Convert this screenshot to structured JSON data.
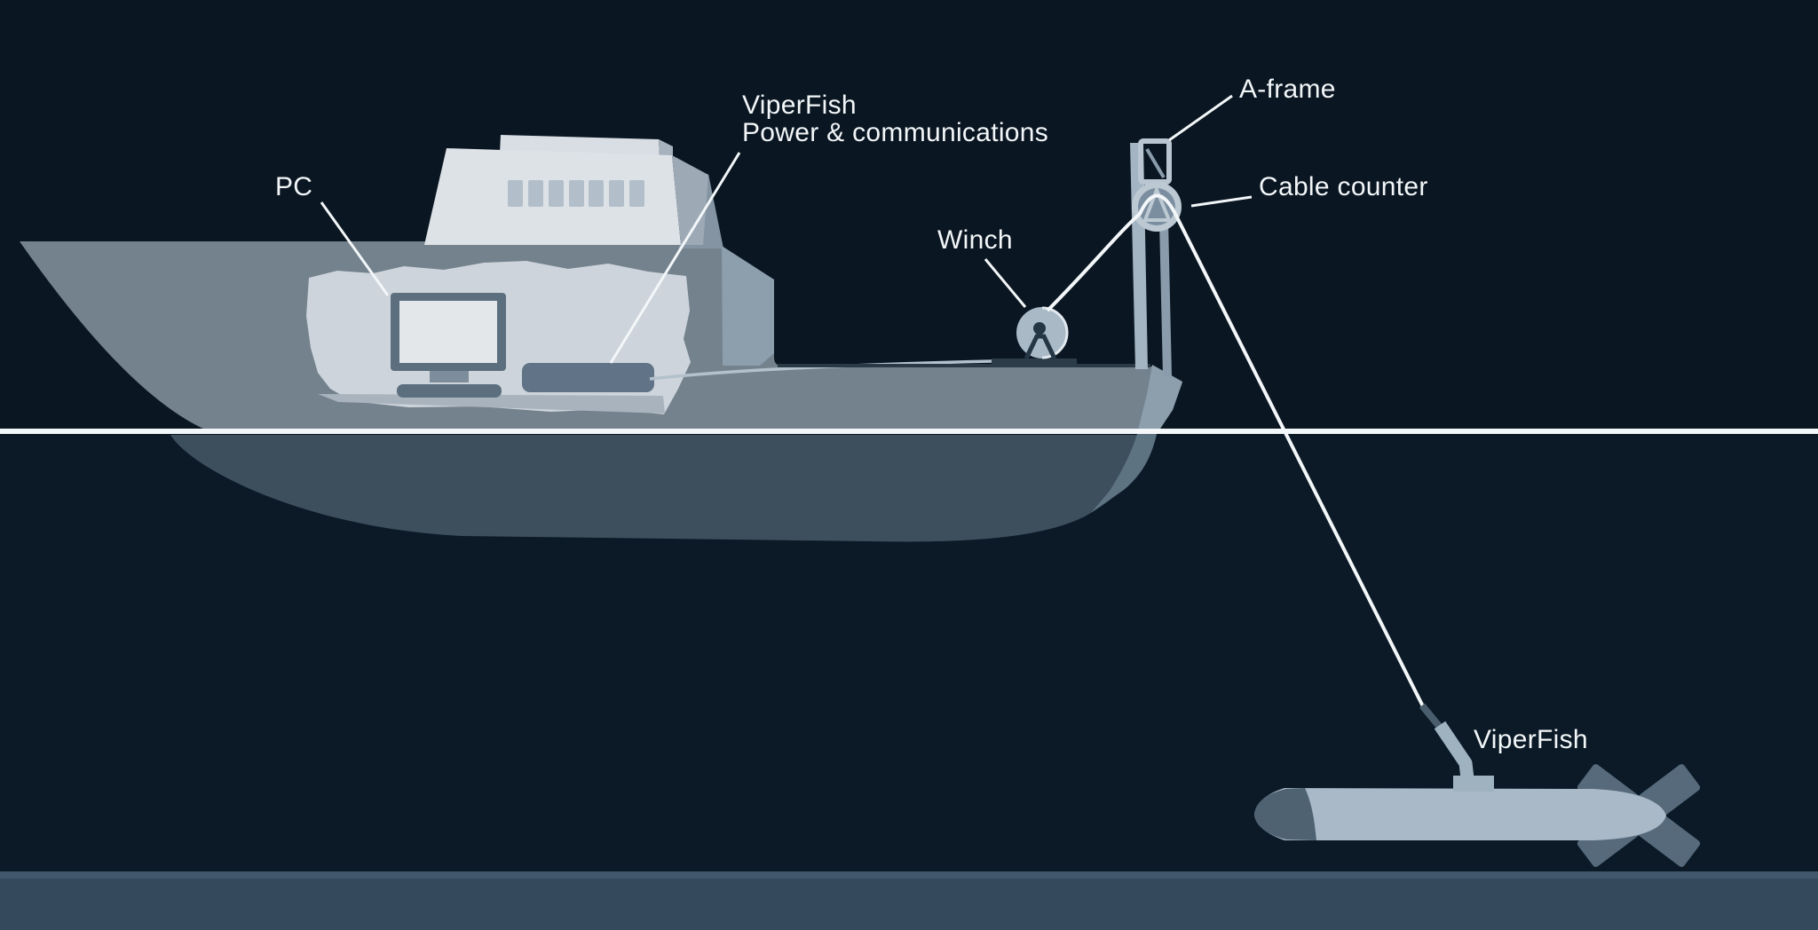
{
  "diagram": {
    "labels": {
      "pc": "PC",
      "power_comms_line1": "ViperFish",
      "power_comms_line2": "Power & communications",
      "winch": "Winch",
      "a_frame": "A-frame",
      "cable_counter": "Cable counter",
      "towfish": "ViperFish"
    },
    "colors": {
      "background": "#0a1622",
      "sea_floor": "#35495c",
      "sea_floor_edge": "#41586c",
      "hull_above_water": "#74828e",
      "hull_below_water": "#3d4e5c",
      "hull_step_band": "#8d9eac",
      "superstructure": "#dde2e7",
      "superstructure_side": "#9daab6",
      "window": "#b2bec9",
      "cutaway_panel": "#cdd4db",
      "cutaway_floor": "#a9b3bd",
      "equipment_dark": "#5c6f7f",
      "power_comms_box": "#617487",
      "winch_drum": "#a9b9c6",
      "a_frame_post": "#a3b4c2",
      "sheave_rim": "#bcc9d3",
      "sheave_inner": "#7b8ea0",
      "towfish_body": "#a9b9c7",
      "towfish_nose": "#4e6272",
      "tail_fins": "#566a7c",
      "bridle_arm": "#9fb2c0",
      "cable_white": "#f3f7f9",
      "waterline": "#f4f7f9",
      "label_text": "#f2f6f8"
    }
  }
}
